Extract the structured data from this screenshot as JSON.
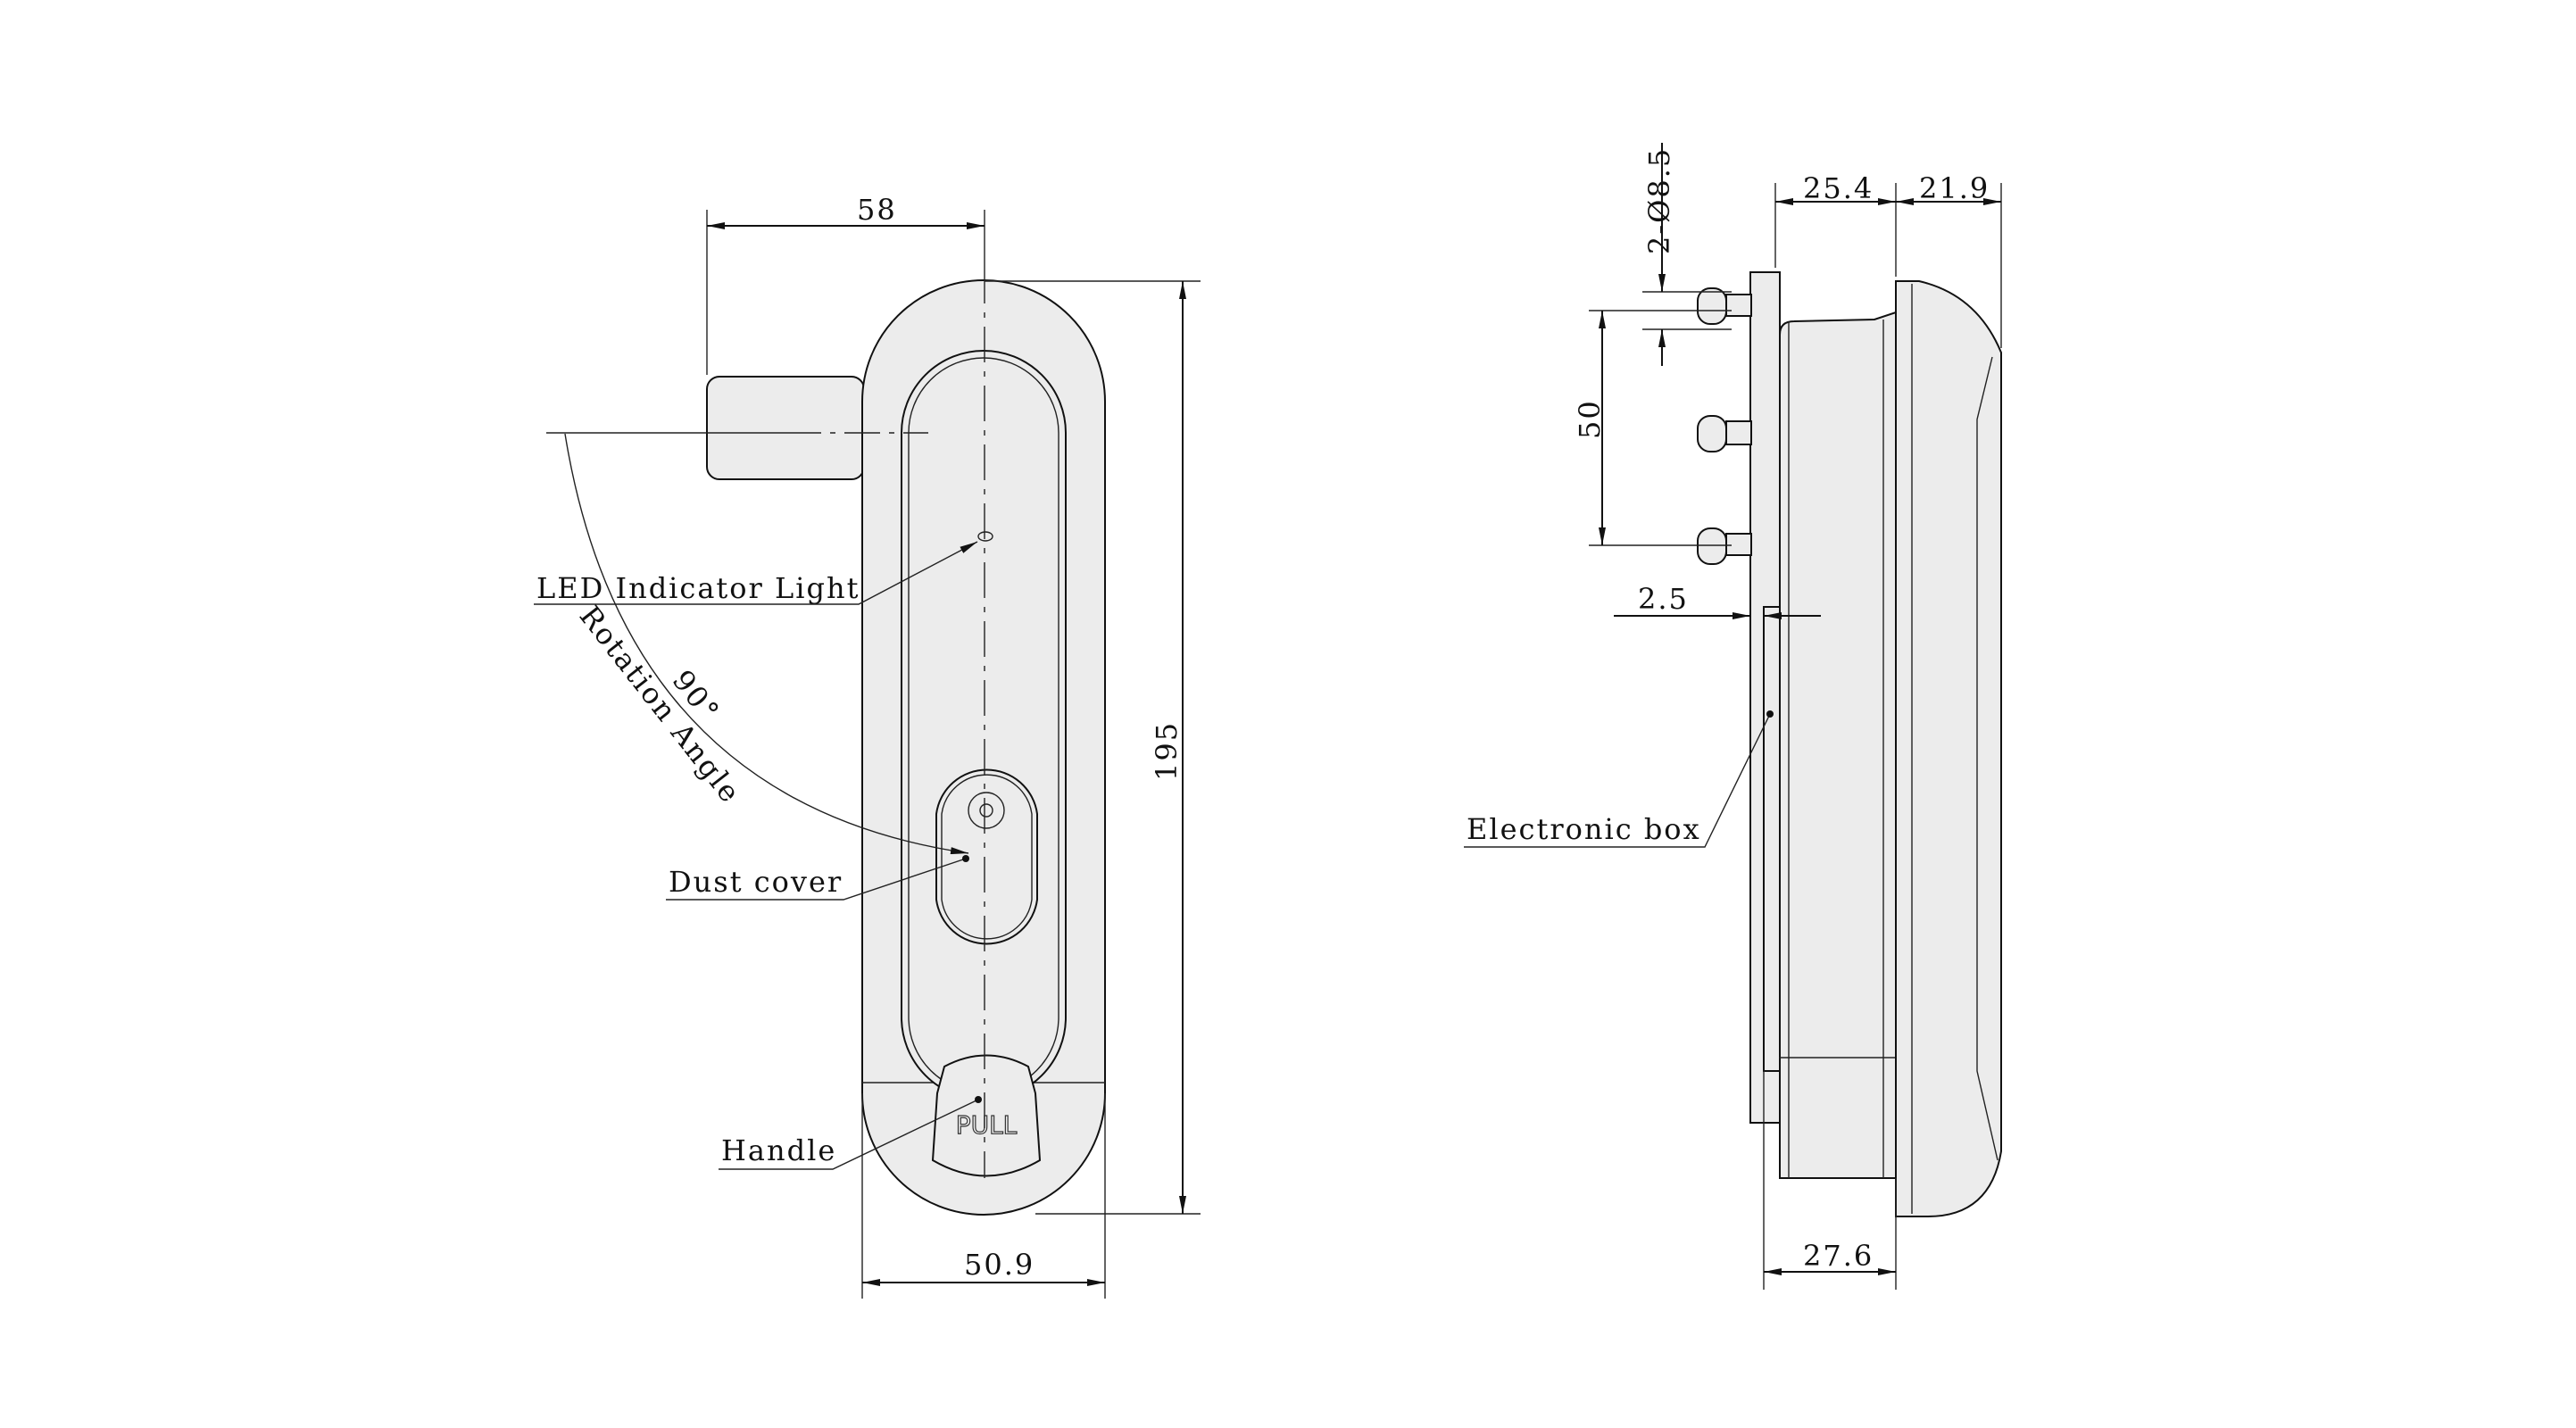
{
  "front_view": {
    "dimensions": {
      "width_handle": "58",
      "height": "195",
      "width_body": "50.9"
    },
    "labels": {
      "led": "LED Indicator Light",
      "rotation": "Rotation Angle",
      "angle": "90°",
      "dust_cover": "Dust cover",
      "handle": "Handle",
      "pull": "PULL"
    }
  },
  "side_view": {
    "dimensions": {
      "holes": "2-Ø8.5",
      "hole_spacing": "50",
      "plate": "2.5",
      "body_depth": "25.4",
      "cover_depth": "21.9",
      "bottom_depth": "27.6"
    },
    "labels": {
      "electronic_box": "Electronic box"
    }
  },
  "colors": {
    "fill": "#ececec",
    "line": "#111111"
  }
}
